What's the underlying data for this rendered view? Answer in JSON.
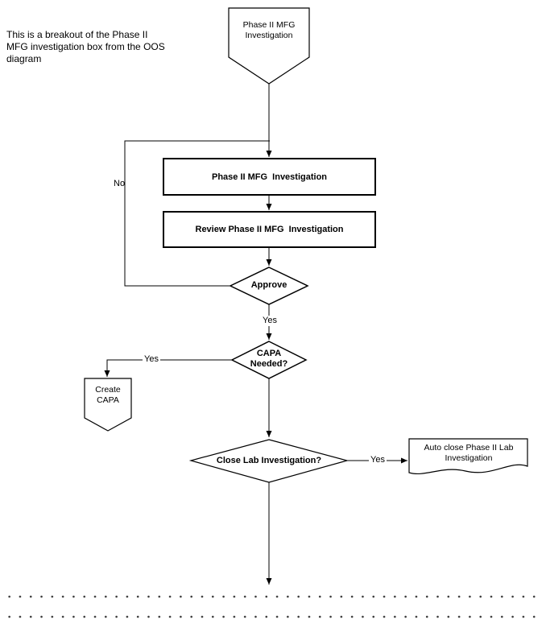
{
  "note": "This is a breakout of the Phase II MFG investigation box from the OOS diagram",
  "nodes": {
    "start": {
      "label": "Phase II MFG\nInvestigation",
      "shape": "off-page-connector"
    },
    "investigation": {
      "label": "Phase II MFG  Investigation",
      "shape": "process"
    },
    "review": {
      "label": "Review Phase II MFG  Investigation",
      "shape": "process"
    },
    "approve": {
      "label": "Approve",
      "shape": "decision"
    },
    "capa_needed": {
      "label": "CAPA\nNeeded?",
      "shape": "decision"
    },
    "create_capa": {
      "label": "Create\nCAPA",
      "shape": "off-page-connector"
    },
    "close_lab": {
      "label": "Close Lab Investigation?",
      "shape": "decision"
    },
    "auto_close": {
      "label": "Auto close Phase II Lab\nInvestigation",
      "shape": "document"
    }
  },
  "edges": {
    "no": "No",
    "yes_approve": "Yes",
    "yes_capa": "Yes",
    "yes_close": "Yes"
  },
  "colors": {
    "stroke": "#000000",
    "background": "#ffffff"
  }
}
